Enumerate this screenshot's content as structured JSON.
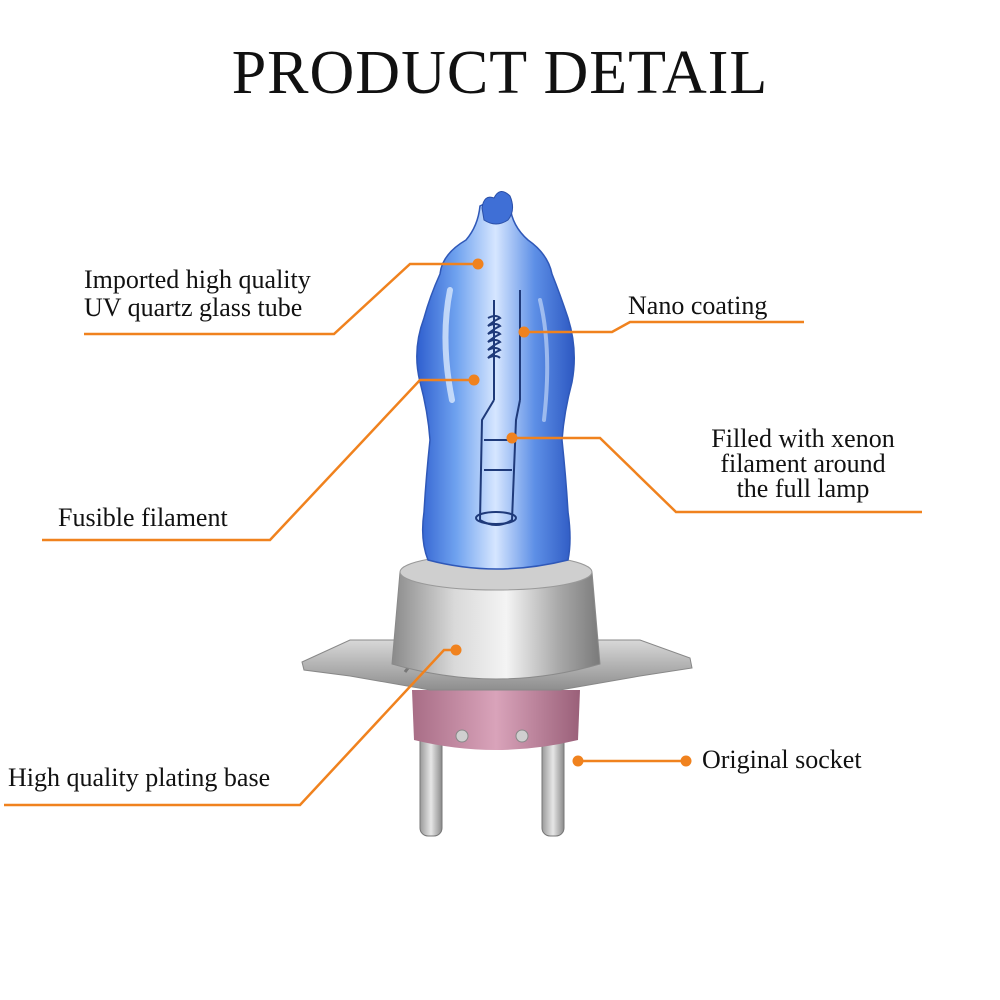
{
  "title": "PRODUCT DETAIL",
  "colors": {
    "callout": "#f0821e",
    "glass": "#5c92e6",
    "metal": "#b3b3b3",
    "insulator": "#c98ea6"
  },
  "callouts": {
    "uv_glass": [
      "Imported high quality",
      "UV quartz glass tube"
    ],
    "nano": "Nano coating",
    "xenon": [
      "Filled with xenon",
      "filament around",
      "the full lamp"
    ],
    "fusible": "Fusible filament",
    "plating": "High quality plating base",
    "socket": "Original socket"
  }
}
